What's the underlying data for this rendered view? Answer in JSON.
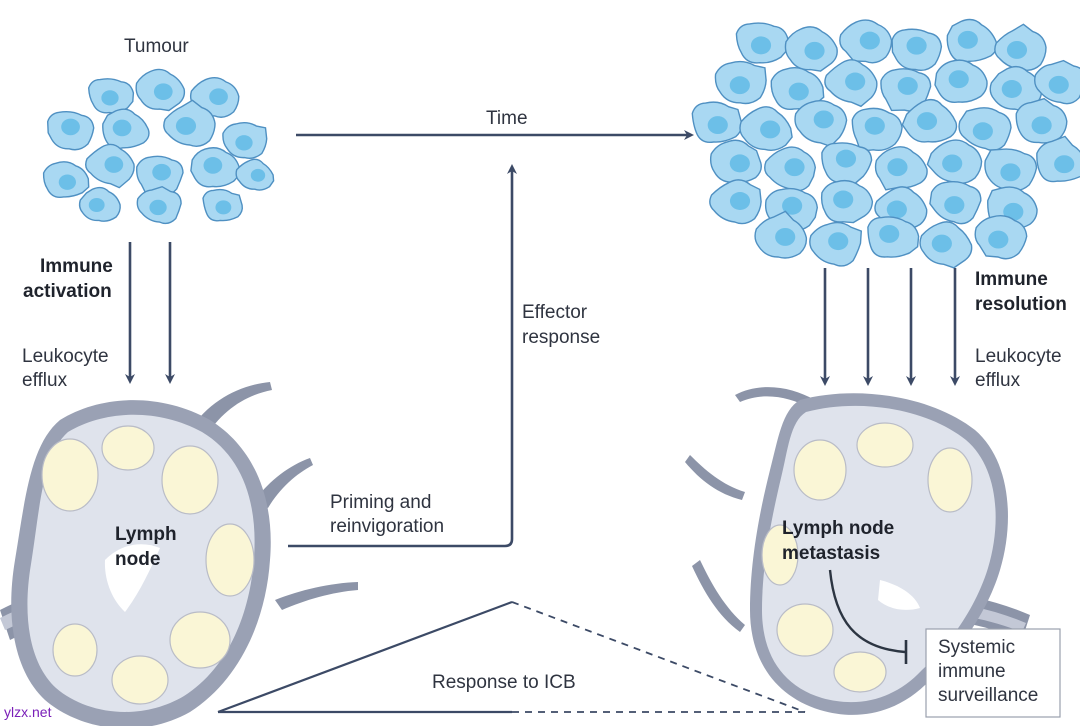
{
  "labels": {
    "tumour": "Tumour",
    "time": "Time",
    "immune_activation_line1": "Immune",
    "immune_activation_line2": "activation",
    "leukocyte_efflux_left_line1": "Leukocyte",
    "leukocyte_efflux_left_line2": "efflux",
    "effector_line1": "Effector",
    "effector_line2": "response",
    "immune_resolution_line1": "Immune",
    "immune_resolution_line2": "resolution",
    "leukocyte_efflux_right_line1": "Leukocyte",
    "leukocyte_efflux_right_line2": "efflux",
    "priming_line1": "Priming and",
    "priming_line2": "reinvigoration",
    "lymph_node_line1": "Lymph",
    "lymph_node_line2": "node",
    "metastasis_line1": "Lymph node",
    "metastasis_line2": "metastasis",
    "systemic_line1": "Systemic",
    "systemic_line2": "immune",
    "systemic_line3": "surveillance",
    "response_to_icb": "Response to ICB",
    "watermark": "ylzx.net"
  },
  "icons": {
    "tumour_small": "tumour-cell-cluster-icon",
    "tumour_large": "tumour-cell-cluster-icon",
    "lymph_node": "lymph-node-icon",
    "lymph_node_metastatic": "lymph-node-icon"
  },
  "colors": {
    "arrow": "#3c4a66",
    "cell_fill": "#a9d8f2",
    "cell_stroke": "#4f90c2",
    "nucleus": "#6cbfe8",
    "follicle": "#faf6d6",
    "node_capsule": "#9aa1b4",
    "watermark": "#7a1fb8"
  }
}
